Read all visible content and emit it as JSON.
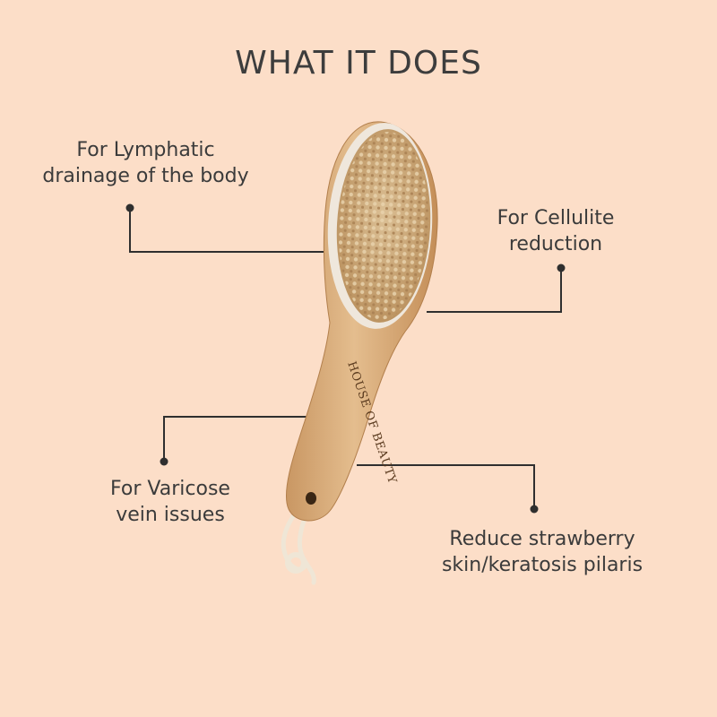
{
  "title": "WHAT IT DOES",
  "brand_stamp": "HOUSE OF BEAUTY",
  "callouts": {
    "lymphatic": {
      "line1": "For Lymphatic",
      "line2": "drainage of the body"
    },
    "cellulite": {
      "line1": "For Cellulite",
      "line2": "reduction"
    },
    "varicose": {
      "line1": "For Varicose",
      "line2": "vein issues"
    },
    "strawberry": {
      "line1": "Reduce strawberry",
      "line2": "skin/keratosis pilaris"
    }
  },
  "colors": {
    "background": "#fcdec8",
    "text": "#3b3b3b",
    "line": "#2f2f2f",
    "wood": "#dcae7d",
    "bristle": "#d4b486",
    "pad": "#efe7dc"
  },
  "icons": {
    "product": "dry-body-brush-image"
  }
}
